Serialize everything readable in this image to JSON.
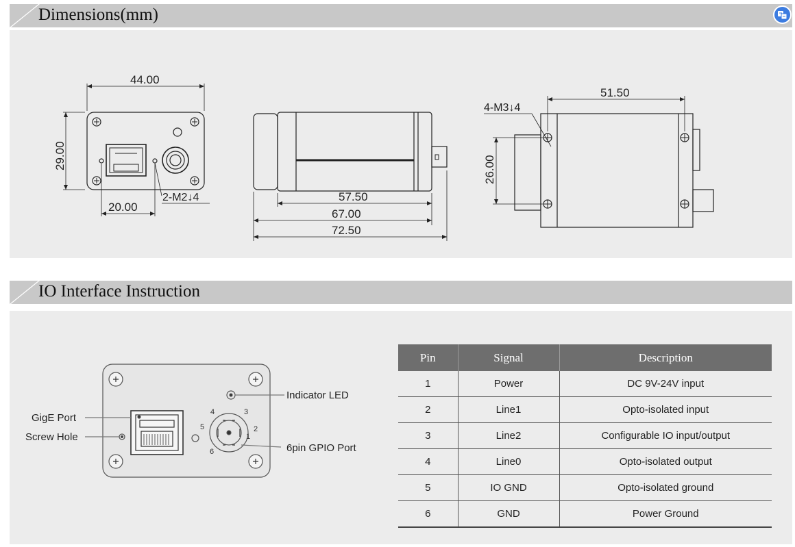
{
  "sections": {
    "dimensions": {
      "title": "Dimensions(mm)"
    },
    "io": {
      "title": "IO Interface Instruction"
    }
  },
  "icons": {
    "badge": "translate-icon"
  },
  "dimensions_drawing": {
    "front": {
      "width": "44.00",
      "height": "29.00",
      "offset": "20.00",
      "screw_note": "2-M2↓4"
    },
    "side": {
      "inner": "57.50",
      "mid": "67.00",
      "total": "72.50"
    },
    "back": {
      "width": "51.50",
      "height": "26.00",
      "screw_note": "4-M3↓4"
    }
  },
  "io_diagram": {
    "labels": {
      "indicator": "Indicator LED",
      "gige": "GigE Port",
      "screw": "Screw Hole",
      "gpio": "6pin GPIO Port"
    },
    "pin_numbers": [
      "1",
      "2",
      "3",
      "4",
      "5",
      "6"
    ]
  },
  "pin_table": {
    "headers": [
      "Pin",
      "Signal",
      "Description"
    ],
    "rows": [
      [
        "1",
        "Power",
        "DC 9V-24V input"
      ],
      [
        "2",
        "Line1",
        "Opto-isolated input"
      ],
      [
        "3",
        "Line2",
        "Configurable IO input/output"
      ],
      [
        "4",
        "Line0",
        "Opto-isolated output"
      ],
      [
        "5",
        "IO GND",
        "Opto-isolated ground"
      ],
      [
        "6",
        "GND",
        "Power Ground"
      ]
    ]
  }
}
